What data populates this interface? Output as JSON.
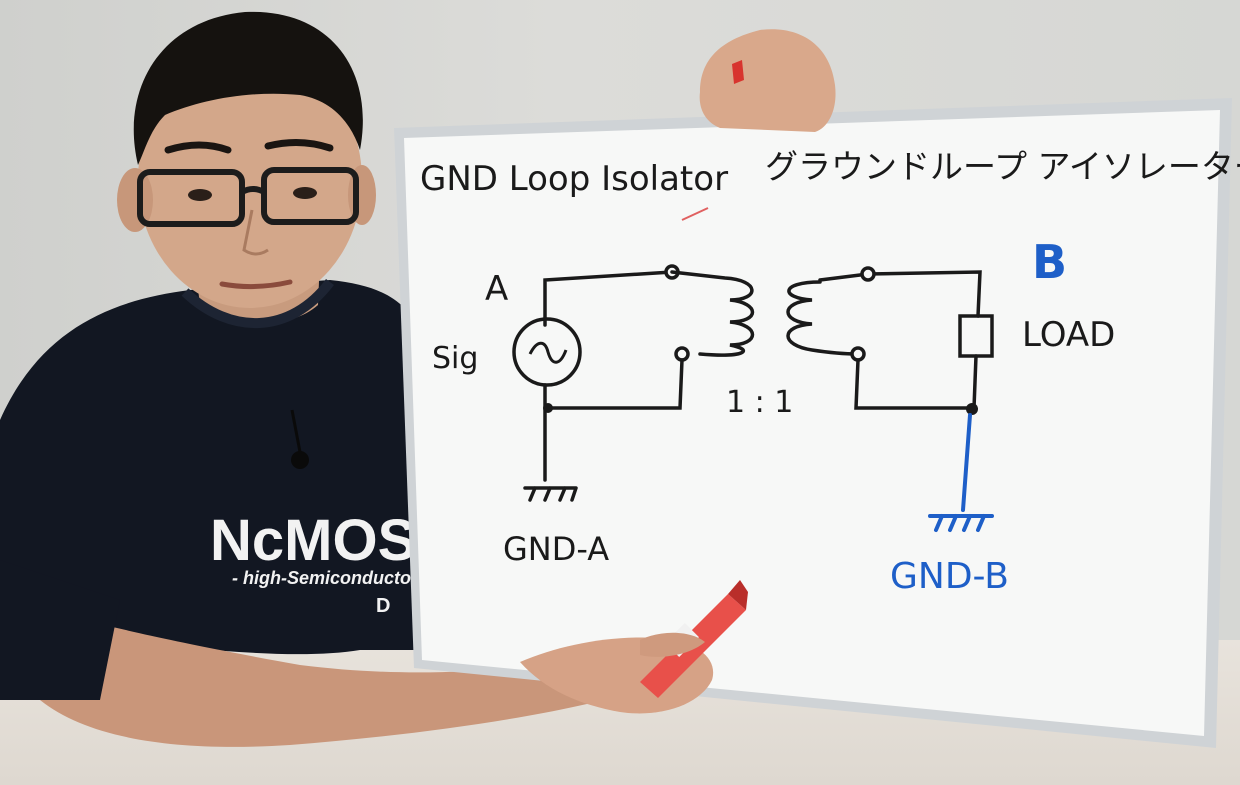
{
  "whiteboard": {
    "title_en": "GND Loop Isolator",
    "title_jp": "グラウンドループ アイソレーター",
    "label_a": "A",
    "label_sig": "Sig",
    "label_ratio": "1 : 1",
    "label_b": "B",
    "label_load": "LOAD",
    "label_gnd_a": "GND-A",
    "label_gnd_b": "GND-B"
  },
  "presenter": {
    "shirt_brand": "NcMOSF",
    "shirt_tagline": "- high-Semiconductor",
    "shirt_letter": "D"
  },
  "colors": {
    "ink_black": "#1a1a1a",
    "ink_blue": "#1e5fc8",
    "marker_red": "#e8504a",
    "board": "#f7f8f7",
    "shirt": "#121722"
  }
}
